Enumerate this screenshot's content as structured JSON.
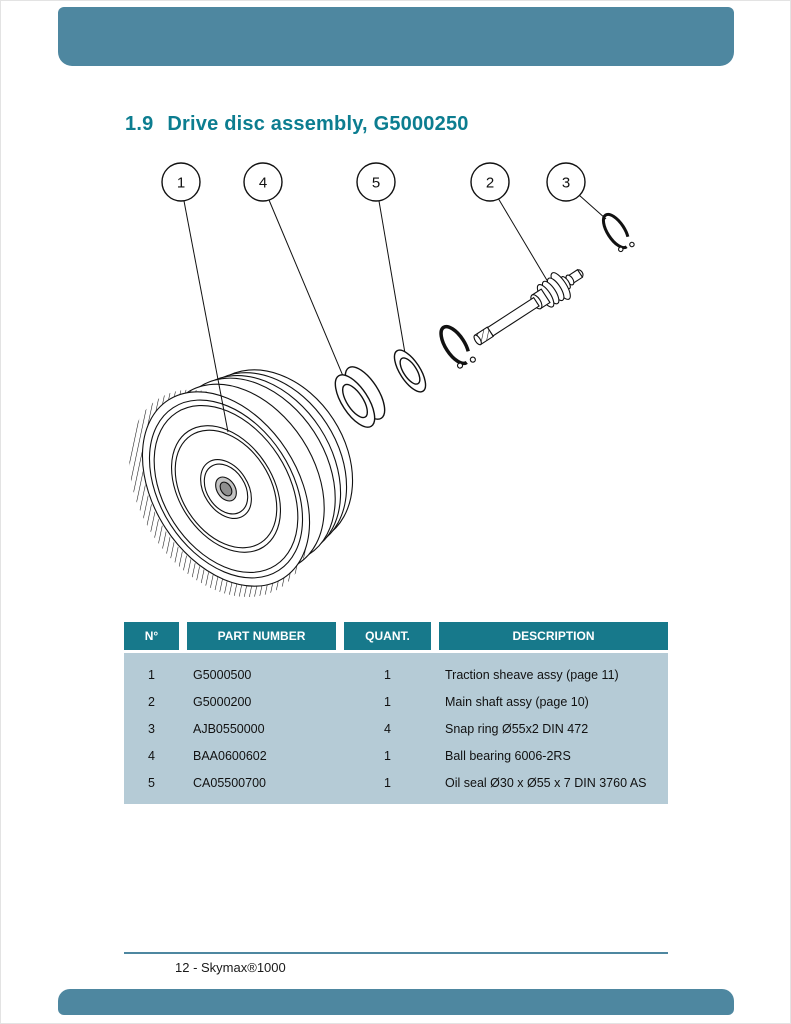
{
  "page": {
    "section_number": "1.9",
    "title": "Drive disc assembly, G5000250",
    "footer": "12 -  Skymax®1000"
  },
  "diagram": {
    "callouts": [
      "1",
      "4",
      "5",
      "2",
      "3"
    ]
  },
  "table": {
    "headers": [
      "N°",
      "PART NUMBER",
      "QUANT.",
      "DESCRIPTION"
    ],
    "rows": [
      {
        "no": "1",
        "part_number": "G5000500",
        "quantity": "1",
        "description": "Traction sheave assy (page 11)"
      },
      {
        "no": "2",
        "part_number": "G5000200",
        "quantity": "1",
        "description": "Main shaft assy (page 10)"
      },
      {
        "no": "3",
        "part_number": "AJB0550000",
        "quantity": "4",
        "description": "Snap ring Ø55x2 DIN 472"
      },
      {
        "no": "4",
        "part_number": "BAA0600602",
        "quantity": "1",
        "description": "Ball bearing 6006-2RS"
      },
      {
        "no": "5",
        "part_number": "CA05500700",
        "quantity": "1",
        "description": "Oil seal Ø30 x Ø55 x 7 DIN 3760 AS"
      }
    ]
  },
  "colors": {
    "band": "#4e87a0",
    "title_text": "#0c7d90",
    "table_header_bg": "#17798b",
    "table_body_bg": "#b5cbd6"
  }
}
